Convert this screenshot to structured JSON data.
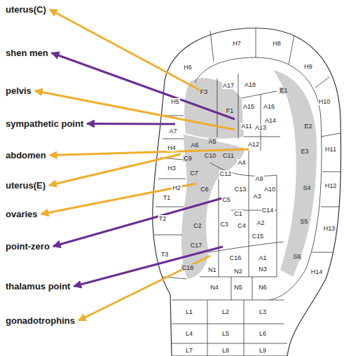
{
  "diagram": {
    "labels": [
      "uterus(C)",
      "shen men",
      "pelvis",
      "sympathetic point",
      "abdomen",
      "uterus(E)",
      "ovaries",
      "point-zero",
      "thalamus point",
      "gonadotrophins",
      "H6",
      "H7",
      "H8",
      "H9",
      "H5",
      "H10",
      "H11",
      "H12",
      "H13",
      "H14",
      "E1",
      "E2",
      "E3",
      "S4",
      "S5",
      "S6",
      "F3",
      "A17",
      "A18",
      "F1",
      "A15",
      "A16",
      "A7",
      "A11",
      "A13",
      "A14",
      "A12",
      "H4",
      "A6",
      "A5",
      "C9",
      "C10",
      "C11",
      "C12",
      "A4",
      "A9",
      "A10",
      "A3",
      "C13",
      "C7",
      "C6",
      "C5",
      "H3",
      "H2",
      "T1",
      "T2",
      "C1",
      "C14",
      "A2",
      "C2",
      "C3",
      "C4",
      "C15",
      "C17",
      "C16",
      "A1",
      "T3",
      "C18",
      "N1",
      "N2",
      "N3",
      "N4",
      "N5",
      "N6",
      "L1",
      "L2",
      "L3",
      "L4",
      "L5",
      "L6",
      "L7",
      "L8",
      "L9"
    ]
  }
}
